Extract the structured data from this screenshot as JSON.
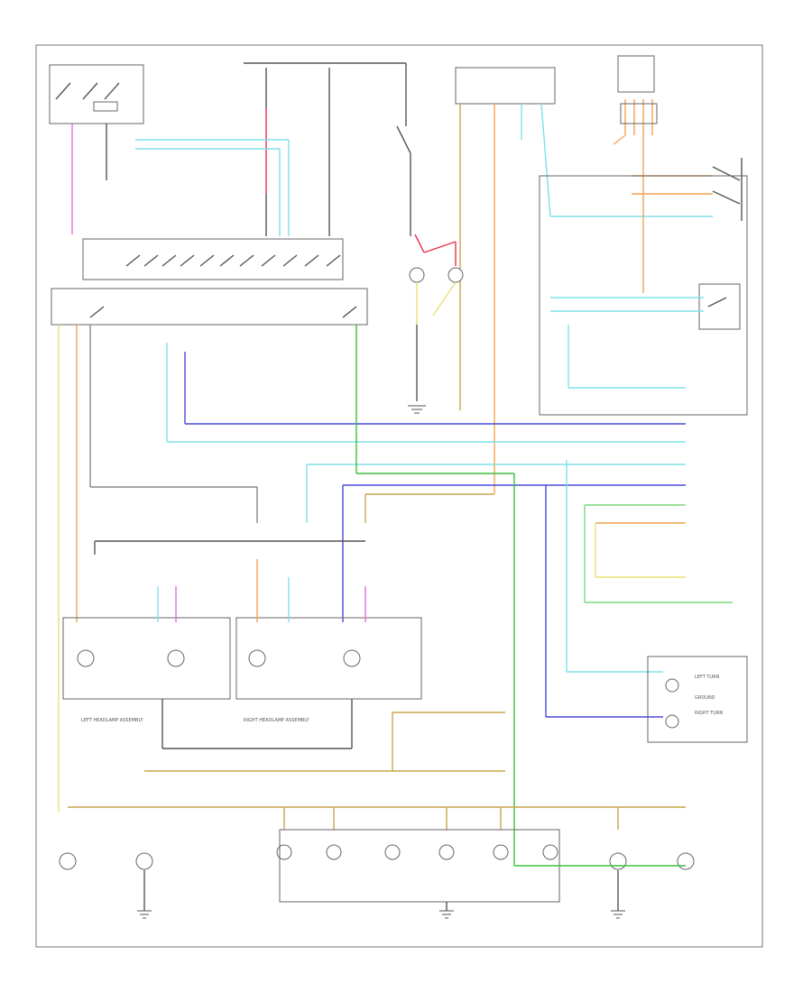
{
  "diagram": {
    "page_code": "",
    "components": {
      "left_headlamp_label": "LEFT HEADLAMP ASSEMBLY",
      "right_headlamp_label": "RIGHT HEADLAMP ASSEMBLY",
      "left_turn_label": "LEFT TURN",
      "right_turn_label": "RIGHT TURN",
      "ground_label": "GROUND"
    }
  }
}
